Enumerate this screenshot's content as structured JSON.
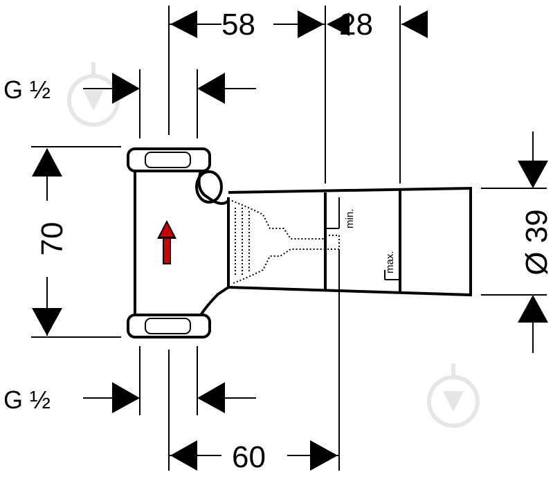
{
  "dimensions": {
    "top_left_width": "58",
    "top_right_width": "28",
    "bottom_width": "60",
    "height": "70",
    "diameter": "Ø 39",
    "thread_top": "G ½",
    "thread_bottom": "G ½"
  },
  "labels": {
    "min": "min.",
    "max": "max."
  },
  "colors": {
    "flow_arrow": "#cc0000",
    "watermark": "#e6e6e6"
  },
  "icons": {
    "flow": "flow-direction-arrow-icon",
    "watermark": "droplet-watermark-icon"
  }
}
